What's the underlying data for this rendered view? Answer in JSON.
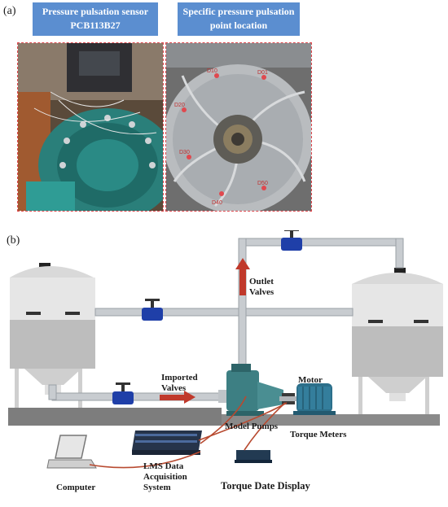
{
  "panel_a": {
    "label": "(a)",
    "banner_left": {
      "line1": "Pressure pulsation sensor",
      "line2": "PCB113B27"
    },
    "banner_right": {
      "line1": "Specific pressure pulsation",
      "line2": "point location"
    },
    "point_labels": [
      "D10",
      "D01",
      "D20",
      "D30",
      "D40",
      "D50"
    ]
  },
  "panel_b": {
    "label": "(b)",
    "outlet_valves": {
      "line1": "Outlet",
      "line2": "Valves"
    },
    "imported_valves": {
      "line1": "Imported",
      "line2": "Valves"
    },
    "motor": "Motor",
    "model_pumps": "Model Pumps",
    "torque_meters": "Torque Meters",
    "computer": "Computer",
    "lms": {
      "line1": "LMS Data",
      "line2": "Acquisition",
      "line3": "System"
    },
    "torque_display": "Torque Date Display"
  },
  "colors": {
    "banner": "#5b8ed0",
    "frame": "#e0494f",
    "pipe": "#c8ccd0",
    "valve": "#1f3fa8",
    "arrow": "#c0392b",
    "pump": "#3d7f83"
  }
}
